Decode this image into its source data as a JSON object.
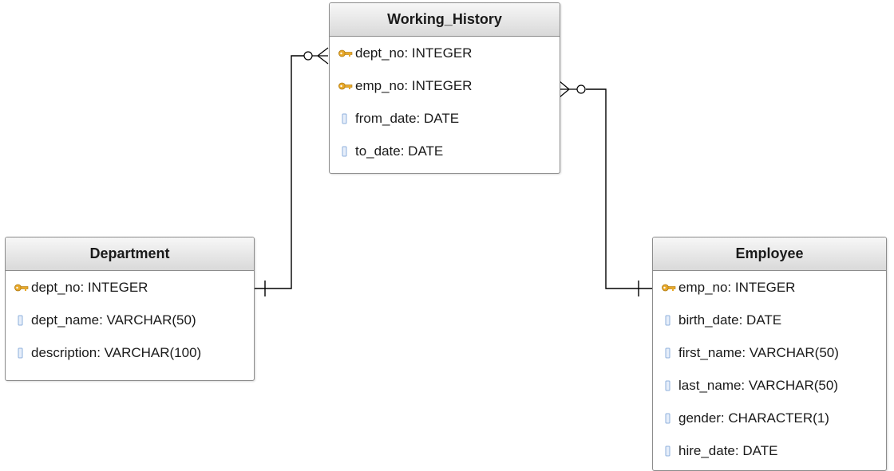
{
  "diagram": {
    "entities": [
      {
        "id": "working_history",
        "name": "Working_History",
        "attributes": [
          {
            "label": "dept_no: INTEGER",
            "key": true
          },
          {
            "label": "emp_no: INTEGER",
            "key": true
          },
          {
            "label": "from_date: DATE",
            "key": false
          },
          {
            "label": "to_date: DATE",
            "key": false
          }
        ]
      },
      {
        "id": "department",
        "name": "Department",
        "attributes": [
          {
            "label": "dept_no: INTEGER",
            "key": true
          },
          {
            "label": "dept_name: VARCHAR(50)",
            "key": false
          },
          {
            "label": "description: VARCHAR(100)",
            "key": false
          }
        ]
      },
      {
        "id": "employee",
        "name": "Employee",
        "attributes": [
          {
            "label": "emp_no: INTEGER",
            "key": true
          },
          {
            "label": "birth_date: DATE",
            "key": false
          },
          {
            "label": "first_name: VARCHAR(50)",
            "key": false
          },
          {
            "label": "last_name: VARCHAR(50)",
            "key": false
          },
          {
            "label": "gender: CHARACTER(1)",
            "key": false
          },
          {
            "label": "hire_date: DATE",
            "key": false
          }
        ]
      }
    ],
    "relationships": [
      {
        "from": "department",
        "from_cardinality": "one",
        "to": "working_history",
        "to_cardinality": "zero-or-many"
      },
      {
        "from": "employee",
        "from_cardinality": "one",
        "to": "working_history",
        "to_cardinality": "zero-or-many"
      }
    ],
    "colors": {
      "key_icon": "#e8a92a",
      "column_icon": "#8fb0dc",
      "connector": "#000000",
      "border": "#8c8c8c"
    },
    "icons": {
      "key": "key-icon",
      "column": "column-icon"
    }
  }
}
